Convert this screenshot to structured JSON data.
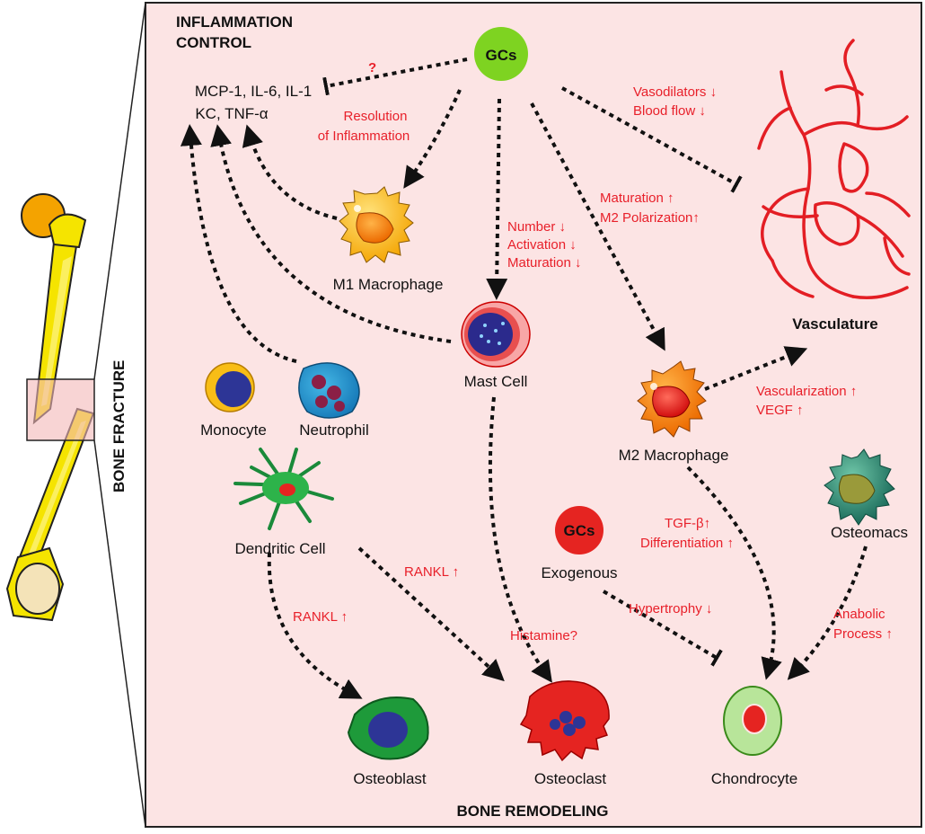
{
  "side_label": "BONE FRACTURE",
  "sections": {
    "inflammation_title_1": "INFLAMMATION",
    "inflammation_title_2": "CONTROL",
    "bone_remodeling": "BONE REMODELING"
  },
  "cytokines": {
    "line1": "MCP-1, IL-6, IL-1",
    "line2": "KC, TNF-α"
  },
  "nodes": {
    "gcs_top": "GCs",
    "gcs_exogenous": "GCs",
    "exogenous": "Exogenous",
    "m1_macrophage": "M1 Macrophage",
    "mast_cell": "Mast Cell",
    "monocyte": "Monocyte",
    "neutrophil": "Neutrophil",
    "dendritic_cell": "Dendritic Cell",
    "m2_macrophage": "M2 Macrophage",
    "vasculature": "Vasculature",
    "osteomacs": "Osteomacs",
    "osteoblast": "Osteoblast",
    "osteoclast": "Osteoclast",
    "chondrocyte": "Chondrocyte"
  },
  "annotations": {
    "question": "?",
    "resolution_1": "Resolution",
    "resolution_2": "of Inflammation",
    "vasodilators": "Vasodilators ↓",
    "blood_flow": "Blood flow ↓",
    "maturation_up": "Maturation ↑",
    "m2_polarization": "M2 Polarization↑",
    "number_down": "Number ↓",
    "activation_down": "Activation ↓",
    "maturation_down": "Maturation ↓",
    "vascularization": "Vascularization ↑",
    "vegf": "VEGF ↑",
    "tgf_beta": "TGF-β↑",
    "differentiation": "Differentiation ↑",
    "rankl_dendritic": "RANKL ↑",
    "rankl_osteoblast": "RANKL ↑",
    "hypertrophy": "Hypertrophy ↓",
    "histamine": "Histamine?",
    "anabolic_1": "Anabolic",
    "anabolic_2": "Process ↑"
  },
  "colors": {
    "panel_bg": "#fce4e4",
    "annotation_red": "#e8202a",
    "gcs_green": "#7ed321",
    "gcs_red": "#e52421",
    "bone_yellow": "#f5e400",
    "vessel_red": "#e31e24"
  }
}
